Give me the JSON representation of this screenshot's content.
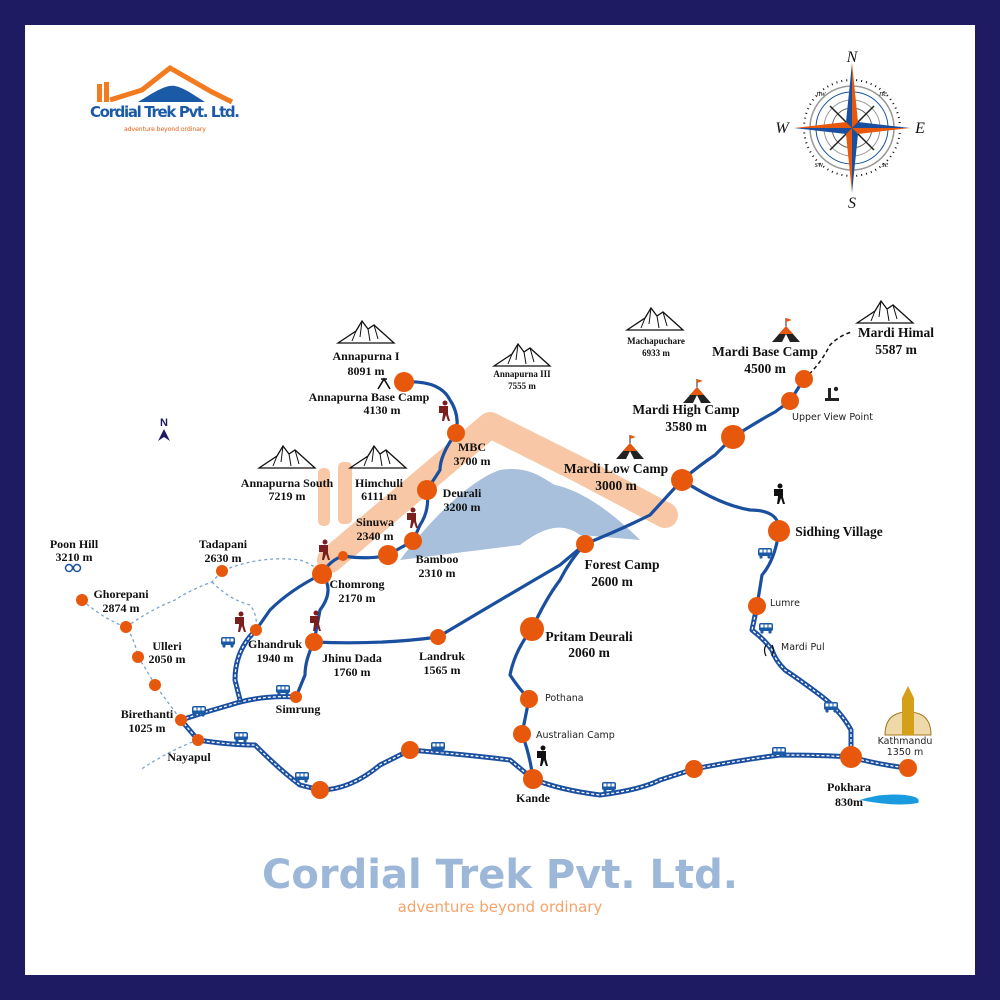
{
  "logo": {
    "company": "Cordial Trek Pvt. Ltd.",
    "tagline": "adventure beyond ordinary"
  },
  "watermark": {
    "company": "Cordial Trek Pvt. Ltd.",
    "tagline": "adventure beyond ordinary"
  },
  "compass": {
    "n": "N",
    "s": "S",
    "e": "E",
    "w": "W",
    "ne": "ne",
    "nw": "nw",
    "se": "se",
    "sw": "sw"
  },
  "north_arrow": "N",
  "colors": {
    "border": "#1f1b62",
    "node": "#e8580c",
    "route": "#1a4fa0",
    "alt_route": "#7da3cc"
  },
  "peaks": [
    {
      "name": "Annapurna I",
      "alt": "8091 m"
    },
    {
      "name": "Annapurna III",
      "alt": "7555 m"
    },
    {
      "name": "Annapurna South",
      "alt": "7219 m"
    },
    {
      "name": "Himchuli",
      "alt": "6111 m"
    },
    {
      "name": "Machapuchare",
      "alt": "6933 m"
    },
    {
      "name": "Mardi Himal",
      "alt": "5587 m"
    }
  ],
  "places": {
    "abc": {
      "name": "Annapurna Base Camp",
      "alt": "4130 m"
    },
    "mbc": {
      "name": "MBC",
      "alt": "3700 m"
    },
    "deurali": {
      "name": "Deurali",
      "alt": "3200 m"
    },
    "sinuwa": {
      "name": "Sinuwa",
      "alt": "2340 m"
    },
    "bamboo": {
      "name": "Bamboo",
      "alt": "2310 m"
    },
    "chomrong": {
      "name": "Chomrong",
      "alt": "2170 m"
    },
    "tadapani": {
      "name": "Tadapani",
      "alt": "2630 m"
    },
    "poonhill": {
      "name": "Poon Hill",
      "alt": "3210 m"
    },
    "ghorepani": {
      "name": "Ghorepani",
      "alt": "2874 m"
    },
    "ulleri": {
      "name": "Ulleri",
      "alt": "2050 m"
    },
    "birethanti": {
      "name": "Birethanti",
      "alt": "1025 m"
    },
    "nayapul": {
      "name": "Nayapul"
    },
    "ghandruk": {
      "name": "Ghandruk",
      "alt": "1940 m"
    },
    "jhinu": {
      "name": "Jhinu Dada",
      "alt": "1760 m"
    },
    "simrung": {
      "name": "Simrung"
    },
    "landruk": {
      "name": "Landruk",
      "alt": "1565 m"
    },
    "forest": {
      "name": "Forest Camp",
      "alt": "2600 m"
    },
    "lowcamp": {
      "name": "Mardi Low Camp",
      "alt": "3000 m"
    },
    "highcamp": {
      "name": "Mardi High Camp",
      "alt": "3580 m"
    },
    "basecamp": {
      "name": "Mardi Base Camp",
      "alt": "4500 m"
    },
    "viewpoint": {
      "name": "Upper View Point"
    },
    "sidhing": {
      "name": "Sidhing Village"
    },
    "lumre": {
      "name": "Lumre"
    },
    "mardipul": {
      "name": "Mardi Pul"
    },
    "pritam": {
      "name": "Pritam Deurali",
      "alt": "2060 m"
    },
    "pothana": {
      "name": "Pothana"
    },
    "australian": {
      "name": "Australian Camp"
    },
    "kande": {
      "name": "Kande"
    },
    "pokhara": {
      "name": "Pokhara",
      "alt": "830m"
    },
    "kathmandu": {
      "name": "Kathmandu",
      "alt": "1350 m"
    }
  }
}
